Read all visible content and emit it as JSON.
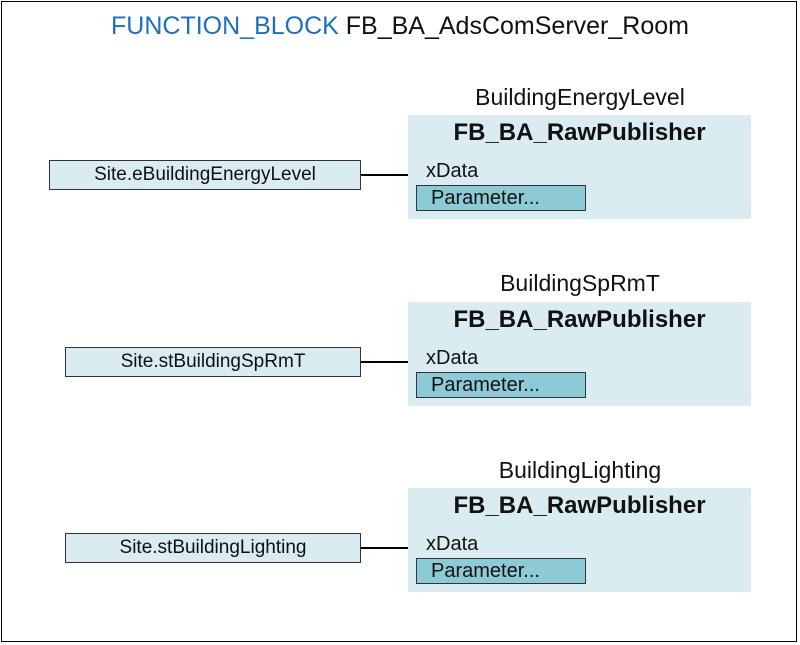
{
  "header": {
    "keyword": "FUNCTION_BLOCK",
    "name": "FB_BA_AdsComServer_Room"
  },
  "blocks": [
    {
      "instance": "BuildingEnergyLevel",
      "type": "FB_BA_RawPublisher",
      "pin": "xData",
      "parameter": "Parameter...",
      "input_variable": "Site.eBuildingEnergyLevel"
    },
    {
      "instance": "BuildingSpRmT",
      "type": "FB_BA_RawPublisher",
      "pin": "xData",
      "parameter": "Parameter...",
      "input_variable": "Site.stBuildingSpRmT"
    },
    {
      "instance": "BuildingLighting",
      "type": "FB_BA_RawPublisher",
      "pin": "xData",
      "parameter": "Parameter...",
      "input_variable": "Site.stBuildingLighting"
    }
  ]
}
